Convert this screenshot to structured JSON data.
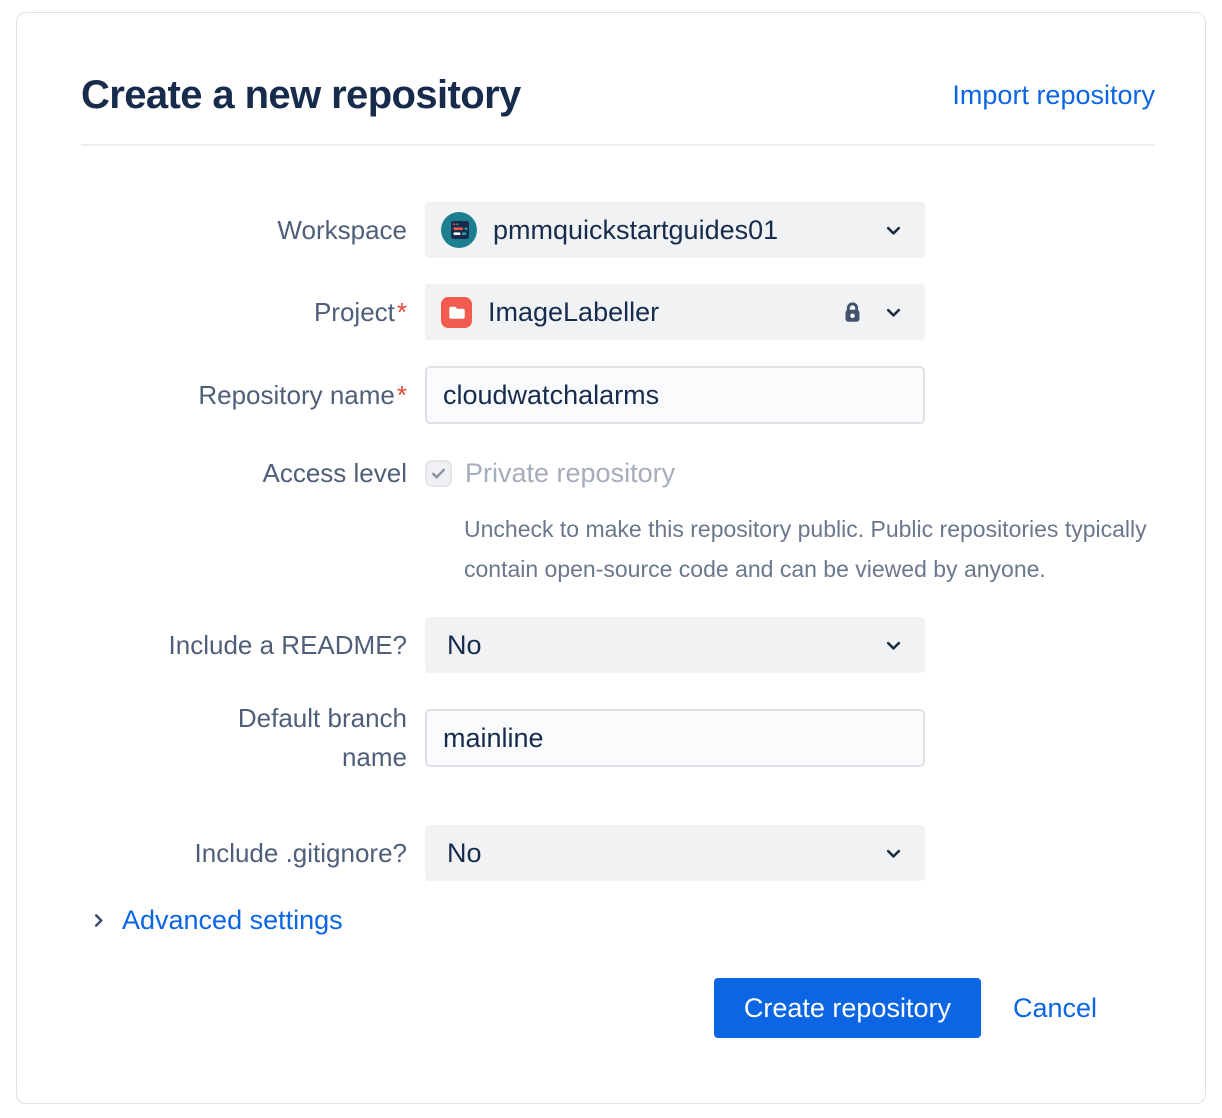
{
  "page": {
    "title": "Create a new repository",
    "import_link": "Import repository"
  },
  "form": {
    "workspace": {
      "label": "Workspace",
      "value": "pmmquickstartguides01"
    },
    "project": {
      "label": "Project",
      "required_marker": "*",
      "value": "ImageLabeller",
      "locked": true
    },
    "repository_name": {
      "label": "Repository name",
      "required_marker": "*",
      "value": "cloudwatchalarms"
    },
    "access_level": {
      "label": "Access level",
      "checkbox_label": "Private repository",
      "checkbox_checked": true,
      "checkbox_disabled": true,
      "help_text": "Uncheck to make this repository public. Public repositories typically contain open-source code and can be viewed by anyone."
    },
    "include_readme": {
      "label": "Include a README?",
      "value": "No"
    },
    "default_branch": {
      "label": "Default branch name",
      "value": "mainline"
    },
    "include_gitignore": {
      "label": "Include .gitignore?",
      "value": "No"
    },
    "advanced_settings_label": "Advanced settings"
  },
  "actions": {
    "create_label": "Create repository",
    "cancel_label": "Cancel"
  },
  "icons": {
    "workspace_avatar": "workspace-avatar",
    "project_avatar": "folder-icon",
    "lock": "lock-icon",
    "dropdown": "chevron-down-icon",
    "advanced_toggle": "chevron-right-icon",
    "checkbox_check": "check-icon"
  },
  "colors": {
    "accent_blue": "#0c66e4",
    "title_text": "#172b4d",
    "label_text": "#505f79",
    "muted_text": "#6b778c",
    "disabled_text": "#a5adba",
    "field_bg": "#f1f2f4",
    "input_border": "#dfe1e6",
    "required_red": "#e34935",
    "avatar_teal": "#1d7f8f",
    "project_icon_red": "#f15b50"
  }
}
